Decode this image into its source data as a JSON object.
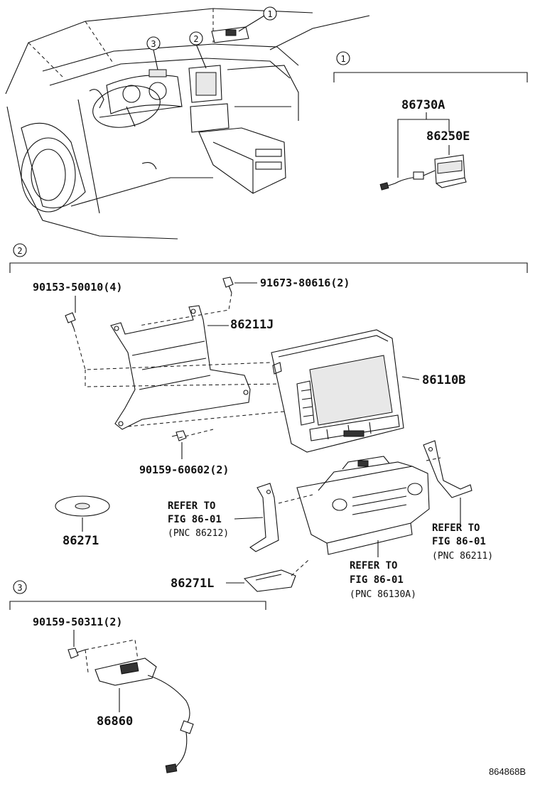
{
  "callouts": {
    "c1": "1",
    "c2": "2",
    "c3": "3"
  },
  "section1": {
    "badge": "1",
    "parts": {
      "p86730A": "86730A",
      "p86250E": "86250E"
    }
  },
  "section2": {
    "badge": "2",
    "parts": {
      "p90153": "90153-50010(4)",
      "p91673": "91673-80616(2)",
      "p86211J": "86211J",
      "p86110B": "86110B",
      "p90159a": "90159-60602(2)",
      "p86271": "86271",
      "p86271L": "86271L"
    },
    "refs": {
      "left": [
        "REFER TO",
        "FIG 86-01",
        "(PNC 86212)"
      ],
      "right": [
        "REFER TO",
        "FIG 86-01",
        "(PNC 86211)"
      ],
      "bottom": [
        "REFER TO",
        "FIG 86-01",
        "(PNC 86130A)"
      ]
    }
  },
  "section3": {
    "badge": "3",
    "parts": {
      "p90159b": "90159-50311(2)",
      "p86860": "86860"
    }
  },
  "figure_code": "864868B"
}
